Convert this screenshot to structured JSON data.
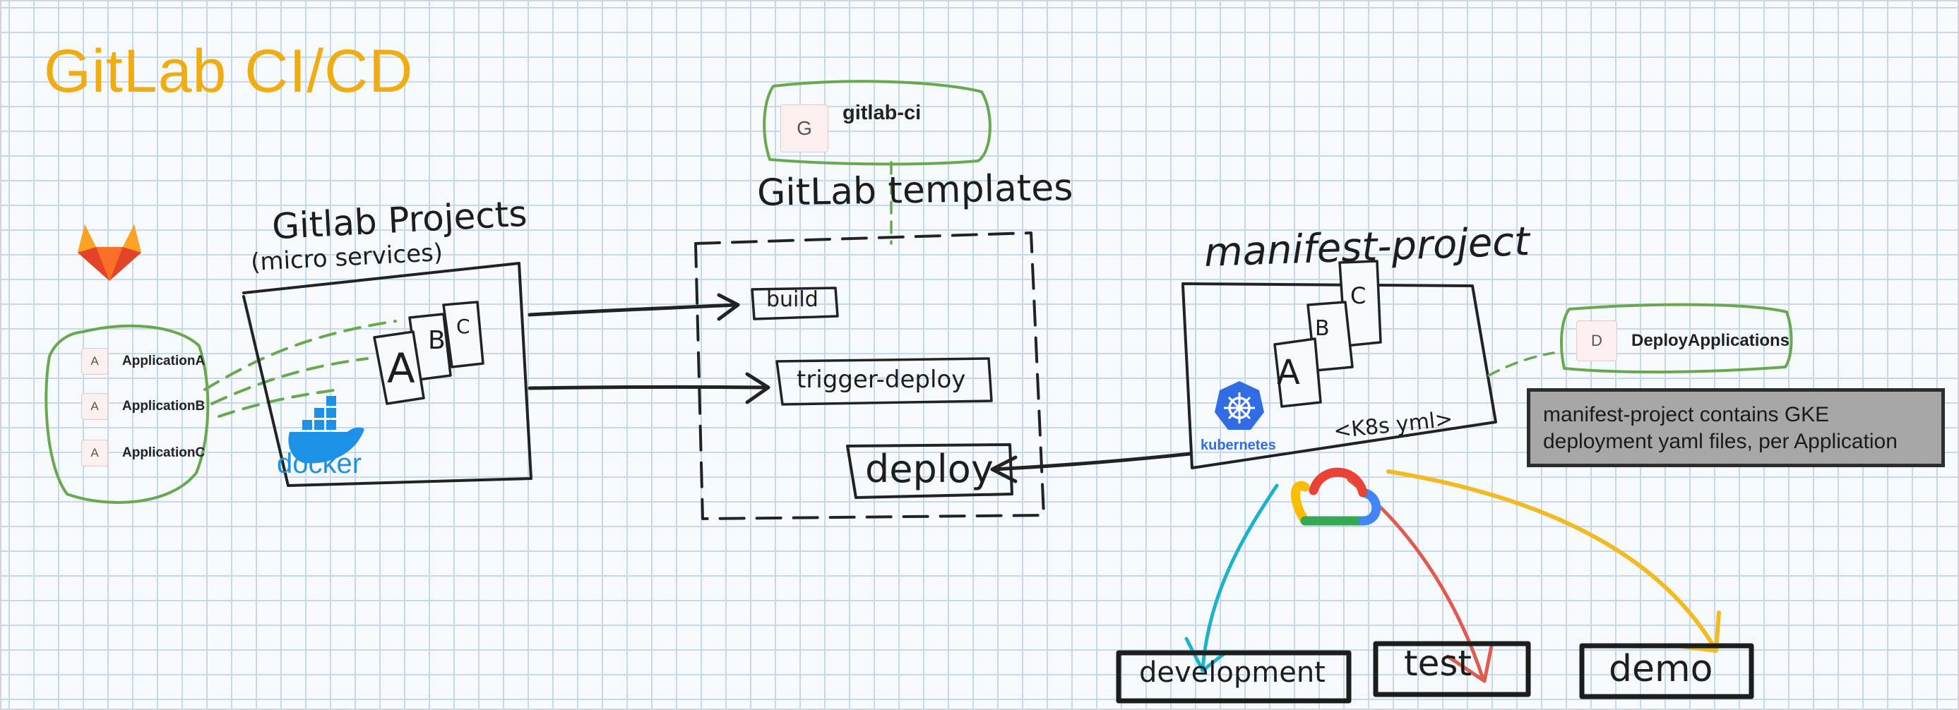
{
  "title": "GitLab CI/CD",
  "applications": [
    {
      "icon": "A",
      "label": "ApplicationA"
    },
    {
      "icon": "A",
      "label": "ApplicationB"
    },
    {
      "icon": "A",
      "label": "ApplicationC"
    }
  ],
  "gitlab_projects": {
    "heading": "Gitlab Projects",
    "subheading": "(micro services)",
    "letters": [
      "A",
      "B",
      "C"
    ],
    "docker_label": "docker"
  },
  "gitlab_ci": {
    "icon": "G",
    "label": "gitlab-ci"
  },
  "templates": {
    "heading": "GitLab templates",
    "jobs": [
      "build",
      "trigger-deploy",
      "deploy"
    ]
  },
  "manifest": {
    "heading": "manifest-project",
    "letters": [
      "A",
      "B",
      "C"
    ],
    "kubernetes_label": "kubernetes",
    "k8s_note": "<K8s yml>"
  },
  "deploy_applications": {
    "icon": "D",
    "label": "DeployApplications"
  },
  "note": "manifest-project contains GKE deployment yaml files, per Application",
  "environments": [
    "development",
    "test",
    "demo"
  ],
  "colors": {
    "title": "#f0ad12",
    "green_outline": "#6aa84f",
    "teal_arrow": "#1ab3c9",
    "red_arrow": "#e05b4d",
    "yellow_arrow": "#f3bb22",
    "docker_blue": "#1d91e6",
    "kubernetes_blue": "#326ce5"
  },
  "icons": [
    "gitlab-logo",
    "docker-logo",
    "kubernetes-logo",
    "google-cloud-logo"
  ]
}
